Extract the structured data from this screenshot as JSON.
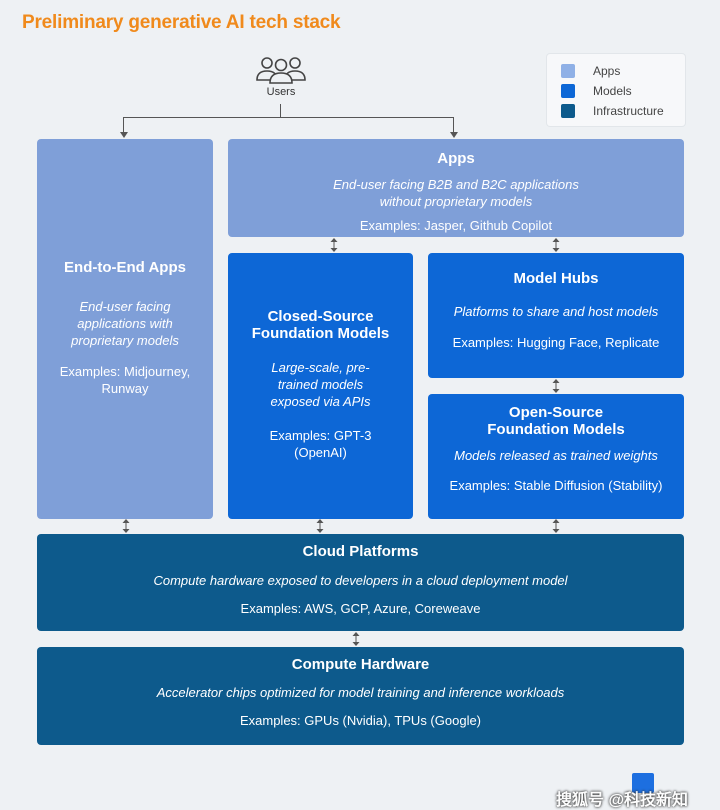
{
  "title": "Preliminary generative AI tech stack",
  "users": {
    "label": "Users",
    "icon": "users-icon"
  },
  "legend": {
    "items": [
      {
        "label": "Apps",
        "color": "#8fb0e6"
      },
      {
        "label": "Models",
        "color": "#0d67d6"
      },
      {
        "label": "Infrastructure",
        "color": "#0d5a8c"
      }
    ]
  },
  "colors": {
    "accent_title": "#f08a1c",
    "apps": "#7f9fd8",
    "models": "#0d67d6",
    "infrastructure": "#0d5a8c"
  },
  "boxes": {
    "end_to_end": {
      "title": "End-to-End Apps",
      "desc": "End-user facing applications with proprietary models",
      "examples": "Examples: Midjourney, Runway"
    },
    "apps": {
      "title": "Apps",
      "desc": "End-user facing B2B and B2C applications without proprietary models",
      "examples": "Examples: Jasper, Github Copilot"
    },
    "closed_source": {
      "title": "Closed-Source Foundation Models",
      "desc": "Large-scale, pre-trained models exposed via APIs",
      "examples": "Examples: GPT-3 (OpenAI)"
    },
    "model_hubs": {
      "title": "Model Hubs",
      "desc": "Platforms to share and host models",
      "examples": "Examples: Hugging Face, Replicate"
    },
    "open_source": {
      "title": "Open-Source Foundation Models",
      "desc": "Models released as trained weights",
      "examples": "Examples: Stable Diffusion (Stability)"
    },
    "cloud": {
      "title": "Cloud Platforms",
      "desc": "Compute hardware exposed to developers in a cloud deployment model",
      "examples": "Examples: AWS, GCP, Azure, Coreweave"
    },
    "hardware": {
      "title": "Compute Hardware",
      "desc": "Accelerator chips optimized for model training and inference workloads",
      "examples": "Examples: GPUs (Nvidia), TPUs (Google)"
    }
  },
  "watermark": "搜狐号 @科技新知"
}
